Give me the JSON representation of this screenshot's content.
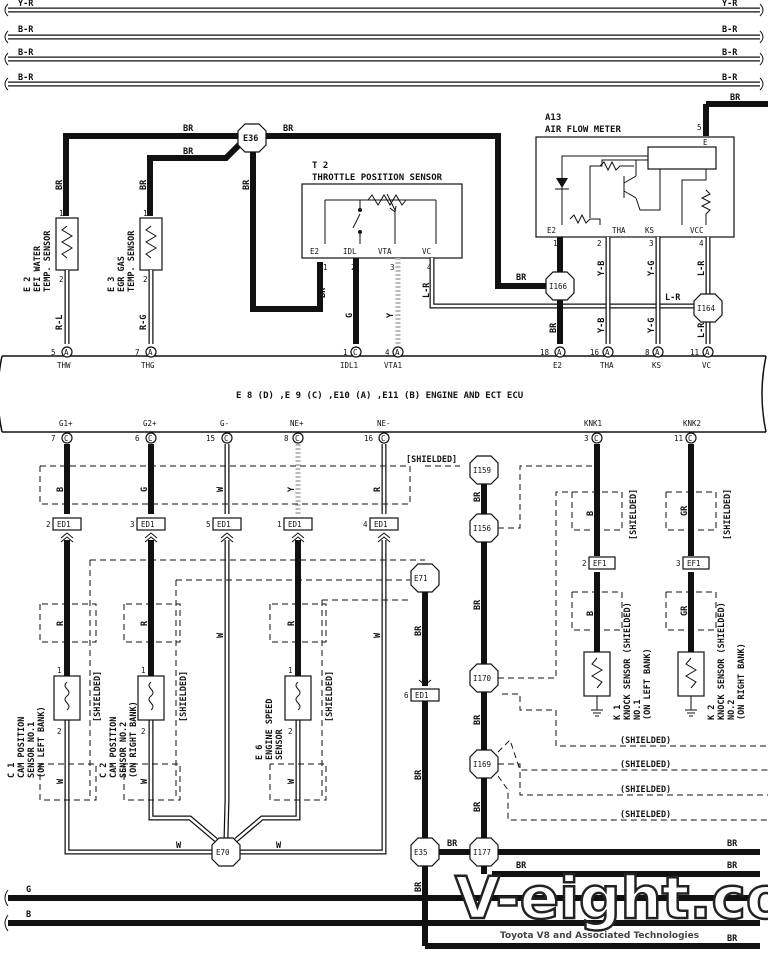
{
  "top_buses": [
    "Y-R",
    "B-R",
    "B-R",
    "B-R"
  ],
  "bottom_buses": [
    "BR",
    "BR",
    "G",
    "B",
    "BR"
  ],
  "junctions": {
    "e36": "E36",
    "i166": "I166",
    "i164": "I164",
    "i159": "I159",
    "i156": "I156",
    "e71": "E71",
    "i170": "I170",
    "i169": "I169",
    "e70": "E70",
    "e35": "E35",
    "i177": "I177"
  },
  "air_flow_meter": {
    "id": "A13",
    "title": "AIR FLOW METER",
    "pins": {
      "e2": "E2",
      "tha": "THA",
      "ks": "KS",
      "vcc": "VCC",
      "e": "E"
    },
    "pin_nums": {
      "e2": "1",
      "tha": "2",
      "ks": "3",
      "vcc": "4",
      "e": "5"
    }
  },
  "throttle": {
    "id": "T 2",
    "title": "THROTTLE POSITION SENSOR",
    "pins": {
      "e2": "E2",
      "idl": "IDL",
      "vta": "VTA",
      "vc": "VC"
    },
    "pin_nums": {
      "e2": "1",
      "idl": "2",
      "vta": "3",
      "vc": "4"
    }
  },
  "water_temp": {
    "id": "E 2",
    "line1": "EFI WATER",
    "line2": "TEMP. SENSOR",
    "pin1": "1",
    "pin2": "2"
  },
  "egr_temp": {
    "id": "E 3",
    "line1": "EGR GAS",
    "line2": "TEMP. SENSOR",
    "pin1": "1",
    "pin2": "2"
  },
  "ecu": {
    "title": "E 8 (D) ,E 9 (C) ,E10 (A) ,E11 (B) ENGINE AND ECT ECU",
    "top_pins": [
      {
        "num": "5",
        "conn": "A",
        "name": "THW"
      },
      {
        "num": "7",
        "conn": "A",
        "name": "THG"
      },
      {
        "num": "1",
        "conn": "C",
        "name": "IDL1"
      },
      {
        "num": "4",
        "conn": "A",
        "name": "VTA1"
      },
      {
        "num": "18",
        "conn": "A",
        "name": "E2"
      },
      {
        "num": "16",
        "conn": "A",
        "name": "THA"
      },
      {
        "num": "8",
        "conn": "A",
        "name": "KS"
      },
      {
        "num": "11",
        "conn": "A",
        "name": "VC"
      }
    ],
    "bottom_pins": [
      {
        "num": "7",
        "conn": "C",
        "name": "G1+"
      },
      {
        "num": "6",
        "conn": "C",
        "name": "G2+"
      },
      {
        "num": "15",
        "conn": "C",
        "name": "G-"
      },
      {
        "num": "8",
        "conn": "C",
        "name": "NE+"
      },
      {
        "num": "16",
        "conn": "C",
        "name": "NE-"
      },
      {
        "num": "3",
        "conn": "C",
        "name": "KNK1"
      },
      {
        "num": "11",
        "conn": "C",
        "name": "KNK2"
      }
    ]
  },
  "wire_colors": {
    "br": "BR",
    "b": "B",
    "g": "G",
    "w": "W",
    "y": "Y",
    "r": "R",
    "gr": "GR",
    "rl": "R-L",
    "rg": "R-G",
    "lr": "L-R",
    "yb": "Y-B",
    "yg": "Y-G"
  },
  "ed1_pins": [
    {
      "num": "2",
      "name": "ED1"
    },
    {
      "num": "3",
      "name": "ED1"
    },
    {
      "num": "5",
      "name": "ED1"
    },
    {
      "num": "1",
      "name": "ED1"
    },
    {
      "num": "4",
      "name": "ED1"
    },
    {
      "num": "6",
      "name": "ED1"
    }
  ],
  "ef1_pins": [
    {
      "num": "2",
      "name": "EF1"
    },
    {
      "num": "3",
      "name": "EF1"
    }
  ],
  "shielded": "[SHIELDED]",
  "shielded_paren": "(SHIELDED)",
  "cam1": {
    "id": "C 1",
    "line1": "CAM POSITION",
    "line2": "SENSOR NO.1",
    "line3": "(ON LEFT BANK)"
  },
  "cam2": {
    "id": "C 2",
    "line1": "CAM POSITION",
    "line2": "SENSOR NO.2",
    "line3": "(ON RIGHT BANK)"
  },
  "eng_speed": {
    "id": "E 6",
    "line1": "ENGINE SPEED",
    "line2": "SENSOR"
  },
  "knock1": {
    "id": "K 1",
    "line1": "KNOCK SENSOR (SHIELDED)",
    "line2": "NO.1",
    "line3": "(ON LEFT BANK)"
  },
  "knock2": {
    "id": "K 2",
    "line1": "KNOCK SENSOR (SHIELDED)",
    "line2": "NO.2",
    "line3": "(ON RIGHT BANK)"
  },
  "watermark": {
    "brand": "V-eight.com",
    "tagline": "Toyota V8 and Associated Technologies"
  }
}
